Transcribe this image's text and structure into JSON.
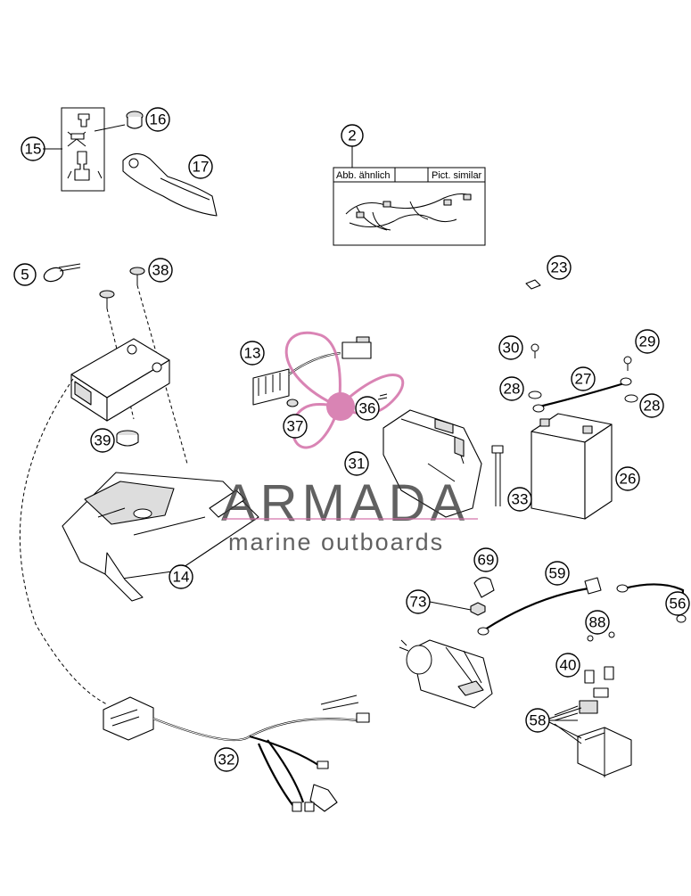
{
  "parts": [
    {
      "id": "p2",
      "number": "2"
    },
    {
      "id": "p5",
      "number": "5"
    },
    {
      "id": "p13",
      "number": "13"
    },
    {
      "id": "p14",
      "number": "14"
    },
    {
      "id": "p15",
      "number": "15"
    },
    {
      "id": "p16",
      "number": "16"
    },
    {
      "id": "p17",
      "number": "17"
    },
    {
      "id": "p23",
      "number": "23"
    },
    {
      "id": "p26",
      "number": "26"
    },
    {
      "id": "p27",
      "number": "27"
    },
    {
      "id": "p28a",
      "number": "28"
    },
    {
      "id": "p28b",
      "number": "28"
    },
    {
      "id": "p29",
      "number": "29"
    },
    {
      "id": "p30",
      "number": "30"
    },
    {
      "id": "p31",
      "number": "31"
    },
    {
      "id": "p32",
      "number": "32"
    },
    {
      "id": "p33",
      "number": "33"
    },
    {
      "id": "p36",
      "number": "36"
    },
    {
      "id": "p37",
      "number": "37"
    },
    {
      "id": "p38",
      "number": "38"
    },
    {
      "id": "p39",
      "number": "39"
    },
    {
      "id": "p40",
      "number": "40"
    },
    {
      "id": "p56",
      "number": "56"
    },
    {
      "id": "p58",
      "number": "58"
    },
    {
      "id": "p59",
      "number": "59"
    },
    {
      "id": "p69",
      "number": "69"
    },
    {
      "id": "p73",
      "number": "73"
    },
    {
      "id": "p88",
      "number": "88"
    }
  ],
  "harness_box": {
    "label_de": "Abb. ähnlich",
    "label_en": "Pict. similar"
  },
  "watermark": {
    "title": "ARMADA",
    "subtitle": "marine outboards",
    "accent_color": "#d36fa8"
  }
}
